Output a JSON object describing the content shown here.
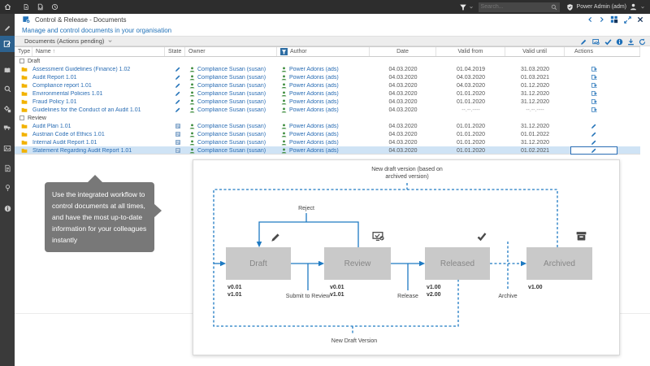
{
  "topbar": {
    "search_placeholder": "Search...",
    "user": "Power Admin (adm)"
  },
  "window": {
    "title": "Control & Release - Documents",
    "subtitle": "Manage and control documents in your organisation",
    "view_selector": "Documents (Actions pending)"
  },
  "table": {
    "headers": [
      "Type",
      "Name",
      "State",
      "Owner",
      "Author",
      "Date",
      "Valid from",
      "Valid until",
      "Actions"
    ],
    "sort_indicator": "↑",
    "groups": [
      {
        "label": "Draft",
        "state_icon": "pencil-icon",
        "action_icon": "submit-icon",
        "rows": [
          {
            "name": "Assessment Guidelines (Finance) 1.02",
            "owner": "Compliance Susan (susan)",
            "author": "Power Adonis (ads)",
            "date": "04.03.2020",
            "valid_from": "01.04.2019",
            "valid_until": "31.03.2020"
          },
          {
            "name": "Audit Report 1.01",
            "owner": "Compliance Susan (susan)",
            "author": "Power Adonis (ads)",
            "date": "04.03.2020",
            "valid_from": "04.03.2020",
            "valid_until": "01.03.2021"
          },
          {
            "name": "Compliance report 1.01",
            "owner": "Compliance Susan (susan)",
            "author": "Power Adonis (ads)",
            "date": "04.03.2020",
            "valid_from": "04.03.2020",
            "valid_until": "01.12.2020"
          },
          {
            "name": "Environmental Policies 1.01",
            "owner": "Compliance Susan (susan)",
            "author": "Power Adonis (ads)",
            "date": "04.03.2020",
            "valid_from": "01.01.2020",
            "valid_until": "31.12.2020"
          },
          {
            "name": "Fraud Policy 1.01",
            "owner": "Compliance Susan (susan)",
            "author": "Power Adonis (ads)",
            "date": "04.03.2020",
            "valid_from": "01.01.2020",
            "valid_until": "31.12.2020"
          },
          {
            "name": "Guidelines for the Conduct of an Audit 1.01",
            "owner": "Compliance Susan (susan)",
            "author": "Power Adonis (ads)",
            "date": "04.03.2020",
            "valid_from": "--.--.----",
            "valid_until": "--.--.----"
          }
        ]
      },
      {
        "label": "Review",
        "state_icon": "review-icon",
        "action_icon": "edit-icon",
        "rows": [
          {
            "name": "Audit Plan 1.01",
            "owner": "Compliance Susan (susan)",
            "author": "Power Adonis (ads)",
            "date": "04.03.2020",
            "valid_from": "01.01.2020",
            "valid_until": "31.12.2020"
          },
          {
            "name": "Austrian Code of Ethics 1.01",
            "owner": "Compliance Susan (susan)",
            "author": "Power Adonis (ads)",
            "date": "04.03.2020",
            "valid_from": "01.01.2020",
            "valid_until": "01.01.2022"
          },
          {
            "name": "Internal Audit Report 1.01",
            "owner": "Compliance Susan (susan)",
            "author": "Power Adonis (ads)",
            "date": "04.03.2020",
            "valid_from": "01.01.2020",
            "valid_until": "31.12.2020"
          },
          {
            "name": "Statement Regarding Audit Report 1.01",
            "owner": "Compliance Susan (susan)",
            "author": "Power Adonis (ads)",
            "date": "04.03.2020",
            "valid_from": "01.01.2020",
            "valid_until": "01.02.2021",
            "selected": true
          }
        ]
      }
    ]
  },
  "tooltip": {
    "text": "Use the integrated workflow to control documents at all times, and have the most up-to-date information for your colleagues instantly"
  },
  "workflow": {
    "top_label": "New draft version (based on archived version)",
    "reject_label": "Reject",
    "bottom_label": "New Draft Version",
    "boxes": [
      {
        "label": "Draft",
        "versions": "v0.01\nv1.01",
        "icon": "pencil-icon"
      },
      {
        "label": "Review",
        "versions": "v0.01\nv1.01",
        "icon": "monitor-check-icon"
      },
      {
        "label": "Released",
        "versions": "v1.00\nv2.00",
        "icon": "check-icon"
      },
      {
        "label": "Archived",
        "versions": "v1.00",
        "icon": "archive-icon"
      }
    ],
    "transitions": [
      "Submit to Review",
      "Release",
      "Archive"
    ]
  },
  "icons": {
    "topbar": [
      "home-icon",
      "new-document-icon",
      "document-sync-icon",
      "history-icon",
      "filter-icon",
      "search-icon",
      "shield-icon",
      "user-icon",
      "chevron-down-icon"
    ],
    "window_controls": [
      "chevron-left-icon",
      "chevron-right-icon",
      "tiles-icon",
      "expand-icon",
      "close-icon"
    ],
    "action_toolbar": [
      "edit-icon",
      "document-check-icon",
      "check-icon",
      "info-icon",
      "download-icon",
      "refresh-icon"
    ],
    "sidebar": [
      "pencil-icon",
      "document-edit-icon",
      "book-icon",
      "search-icon",
      "gear-badge-icon",
      "truck-badge-icon",
      "image-icon",
      "document-icon",
      "lightbulb-icon",
      "info-icon"
    ]
  },
  "colors": {
    "accent_blue": "#1d6fb8",
    "selection": "#cfe3f5",
    "folder_yellow": "#f2b200",
    "owner_green": "#3a8a3a",
    "bubble_gray": "#787878",
    "box_gray": "#c9c9c9",
    "topbar_dark": "#2d2d2d"
  }
}
